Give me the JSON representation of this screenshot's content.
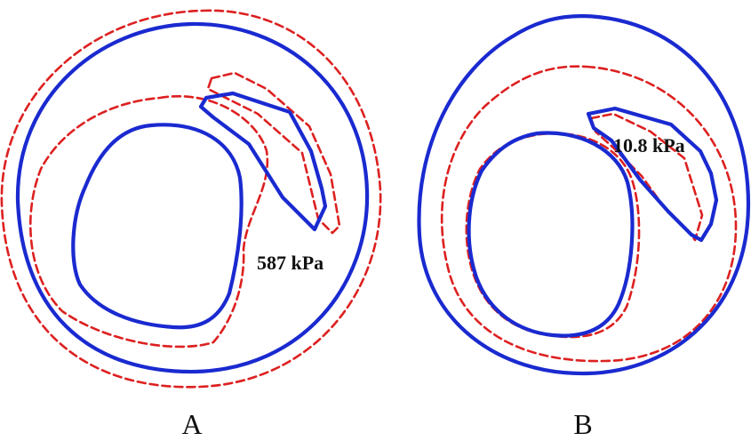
{
  "colors": {
    "solid_contour": "#1a2ad0",
    "dashed_contour": "#dd2020",
    "text": "#111111"
  },
  "panel_a": {
    "pressure_label": "587 kPa",
    "panel_label": "A"
  },
  "panel_b": {
    "pressure_label": "10.8 kPa",
    "panel_label": "B"
  }
}
